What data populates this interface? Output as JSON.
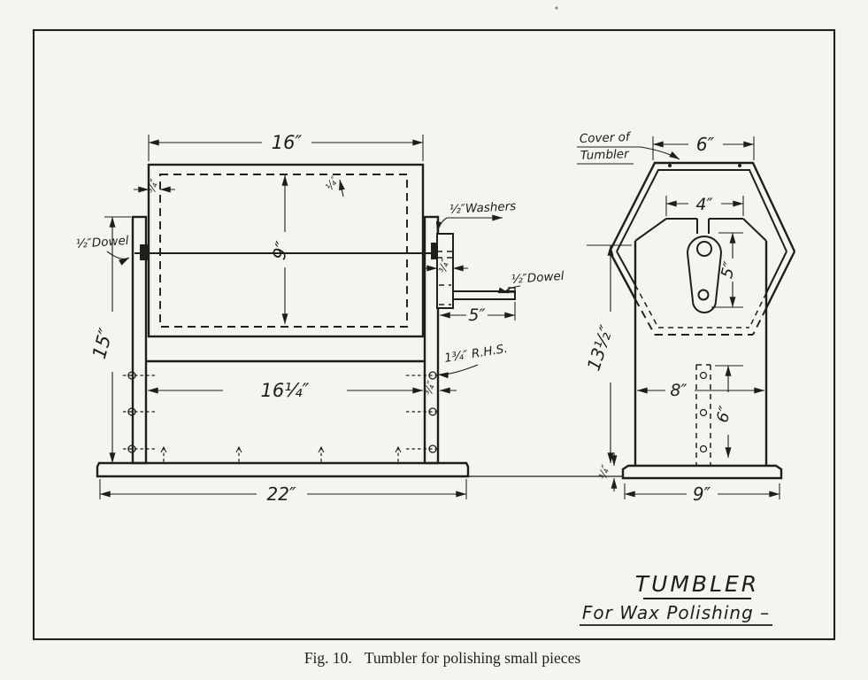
{
  "colors": {
    "ink": "#1e1e1c",
    "paper": "#f5f4f0"
  },
  "figure": {
    "caption_fig": "Fig. 10.",
    "caption_text": "Tumbler for polishing small pieces",
    "title_line1": "TUMBLER",
    "title_line2": "For Wax Polishing –"
  },
  "front_view": {
    "dims": {
      "drum_width": "16″",
      "drum_height": "9″",
      "wall_thickness": "¾″",
      "liner_thickness": "¼″",
      "post_height": "15″",
      "inner_span": "16¼″",
      "post_thickness": "¾″",
      "washer_width": "¾″",
      "handle_length": "5″",
      "base_length": "22″"
    },
    "labels": {
      "left_dowel": "½″Dowel",
      "washers": "½″Washers",
      "right_dowel": "½″Dowel",
      "stock_note": "1¾″ R.H.S."
    }
  },
  "side_view": {
    "dims": {
      "cover_width": "6″",
      "shoulder_width": "4″",
      "latch_height": "5″",
      "stand_height": "13½″",
      "stand_width": "8″",
      "cleat_height": "6″",
      "base_thickness": "¾″",
      "base_width": "9″"
    },
    "labels": {
      "cover_line1": "Cover of",
      "cover_line2": "Tumbler"
    }
  }
}
